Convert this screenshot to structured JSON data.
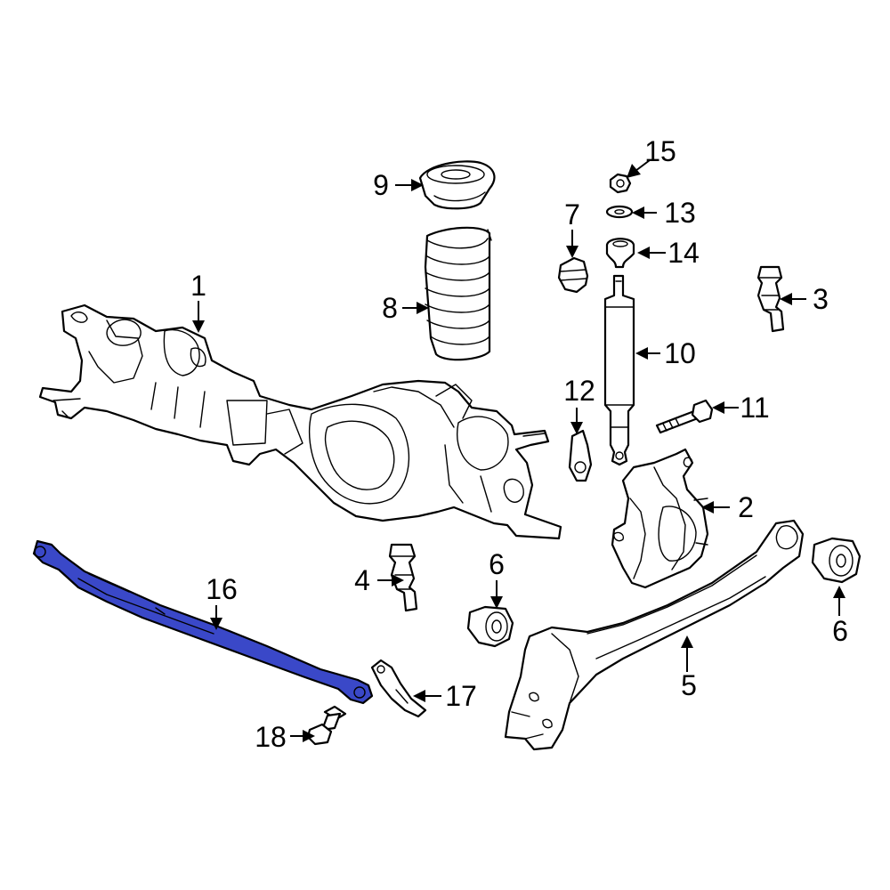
{
  "diagram": {
    "highlight_color": "#3a48c8",
    "highlighted_part": "16",
    "callouts": [
      {
        "id": "c1",
        "label": "1"
      },
      {
        "id": "c2",
        "label": "2"
      },
      {
        "id": "c3",
        "label": "3"
      },
      {
        "id": "c4",
        "label": "4"
      },
      {
        "id": "c5",
        "label": "5"
      },
      {
        "id": "c6a",
        "label": "6"
      },
      {
        "id": "c6b",
        "label": "6"
      },
      {
        "id": "c7",
        "label": "7"
      },
      {
        "id": "c8",
        "label": "8"
      },
      {
        "id": "c9",
        "label": "9"
      },
      {
        "id": "c10",
        "label": "10"
      },
      {
        "id": "c11",
        "label": "11"
      },
      {
        "id": "c12",
        "label": "12"
      },
      {
        "id": "c13",
        "label": "13"
      },
      {
        "id": "c14",
        "label": "14"
      },
      {
        "id": "c15",
        "label": "15"
      },
      {
        "id": "c16",
        "label": "16"
      },
      {
        "id": "c17",
        "label": "17"
      },
      {
        "id": "c18",
        "label": "18"
      }
    ]
  }
}
